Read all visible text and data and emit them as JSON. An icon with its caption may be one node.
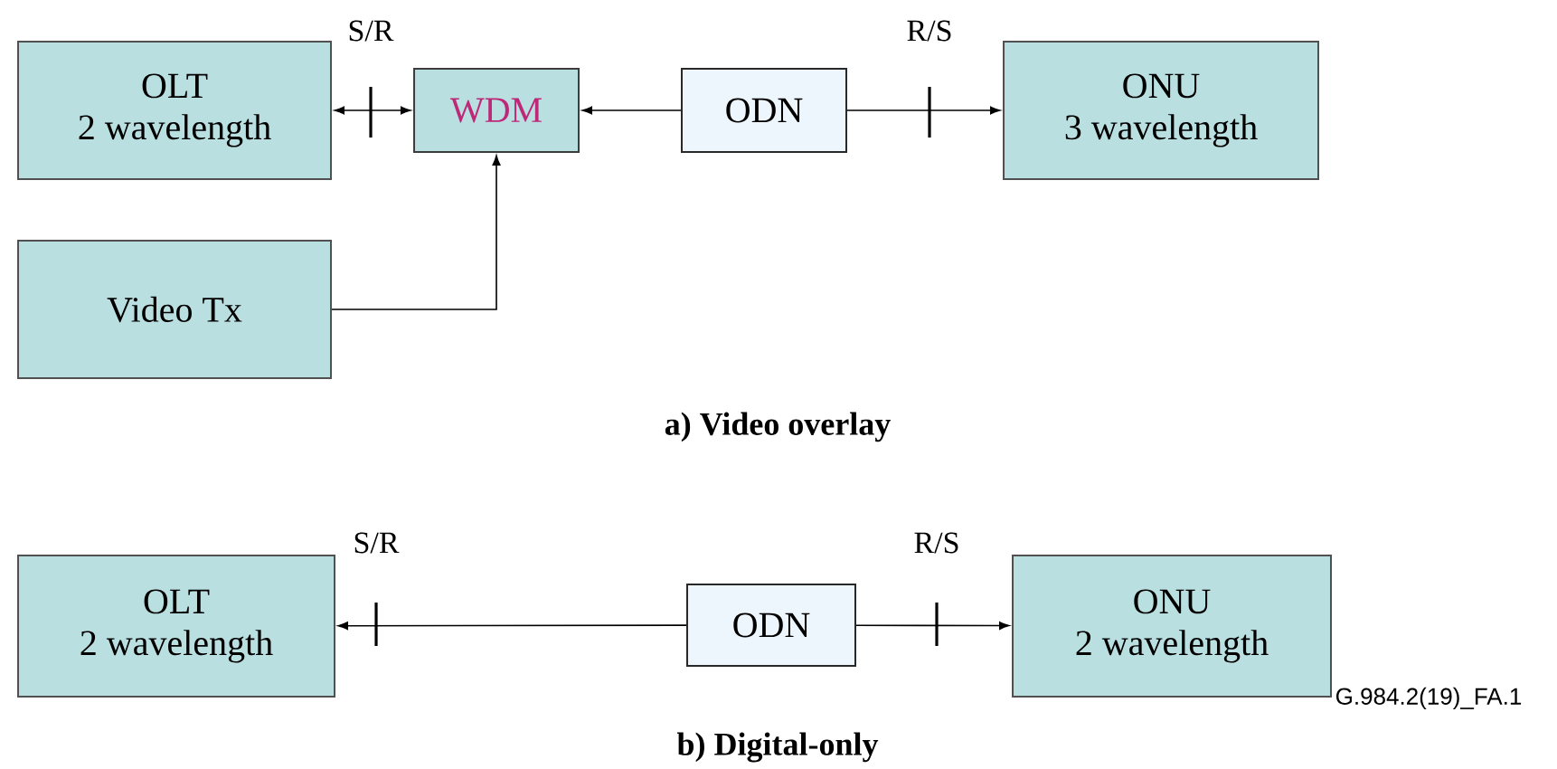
{
  "diagram": {
    "nodes": [
      {
        "text": [
          "OLT",
          "2 wavelength"
        ]
      },
      {
        "text": [
          "WDM"
        ]
      },
      {
        "text": [
          "ODN"
        ]
      },
      {
        "text": [
          "ONU",
          "3 wavelength"
        ]
      },
      {
        "text": [
          "Video Tx"
        ]
      },
      {
        "text": [
          "OLT",
          "2 wavelength"
        ]
      },
      {
        "text": [
          "ODN"
        ]
      },
      {
        "text": [
          "ONU",
          "2 wavelength"
        ]
      }
    ],
    "edges": [
      {
        "from": 0,
        "to": 1,
        "arrow": "both"
      },
      {
        "from": 2,
        "to": 1,
        "arrow": "to"
      },
      {
        "from": 2,
        "to": 3,
        "arrow": "to"
      },
      {
        "from": 4,
        "to": 1,
        "arrow": "to"
      },
      {
        "from": 6,
        "to": 5,
        "arrow": "to"
      },
      {
        "from": 6,
        "to": 7,
        "arrow": "to"
      }
    ],
    "labels": [
      "S/R",
      "R/S",
      "a) Video overlay",
      "S/R",
      "R/S",
      "b) Digital-only",
      "G.984.2(19)_FA.1"
    ]
  }
}
